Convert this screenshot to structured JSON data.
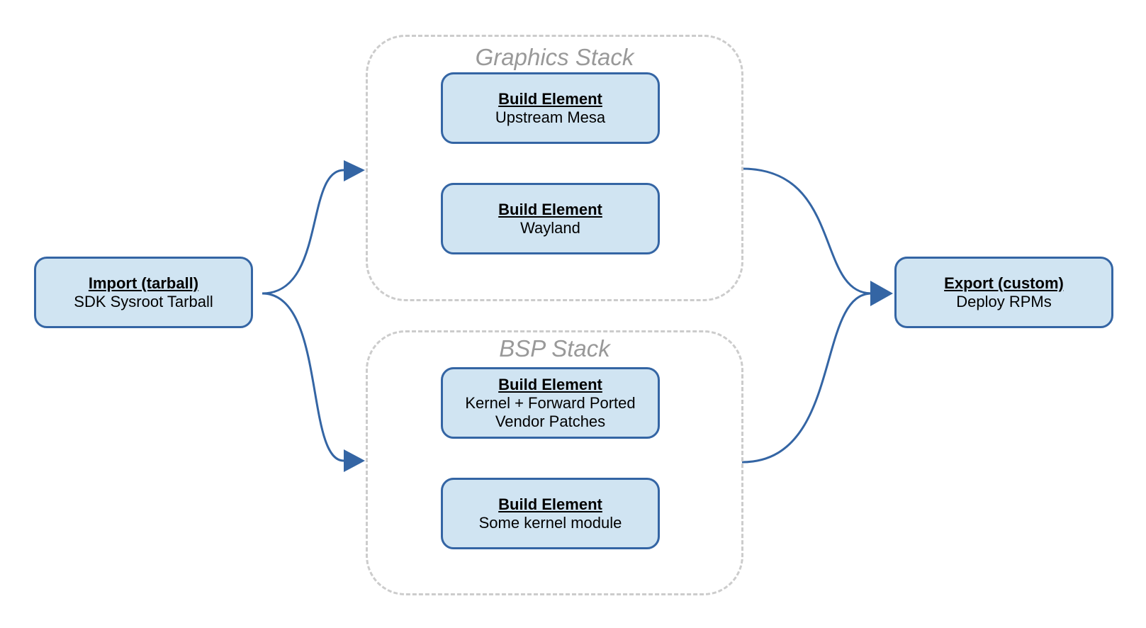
{
  "colors": {
    "node_fill": "#d0e4f2",
    "node_border": "#3465a4",
    "edge": "#3465a4",
    "group_border": "#cccccc",
    "group_label": "#999999"
  },
  "groups": {
    "graphics": {
      "label": "Graphics Stack"
    },
    "bsp": {
      "label": "BSP Stack"
    }
  },
  "nodes": {
    "import": {
      "title": "Import (tarball)",
      "subtitle": "SDK Sysroot Tarball"
    },
    "mesa": {
      "title": "Build Element",
      "subtitle": "Upstream Mesa"
    },
    "wayland": {
      "title": "Build Element",
      "subtitle": "Wayland"
    },
    "kernel": {
      "title": "Build Element",
      "subtitle": "Kernel + Forward Ported",
      "subtitle2": "Vendor Patches"
    },
    "module": {
      "title": "Build Element",
      "subtitle": "Some kernel module"
    },
    "export": {
      "title": "Export (custom)",
      "subtitle": "Deploy RPMs"
    }
  },
  "edges": [
    {
      "from": "import",
      "to": "graphics"
    },
    {
      "from": "import",
      "to": "bsp"
    },
    {
      "from": "graphics",
      "to": "export"
    },
    {
      "from": "bsp",
      "to": "export"
    }
  ]
}
